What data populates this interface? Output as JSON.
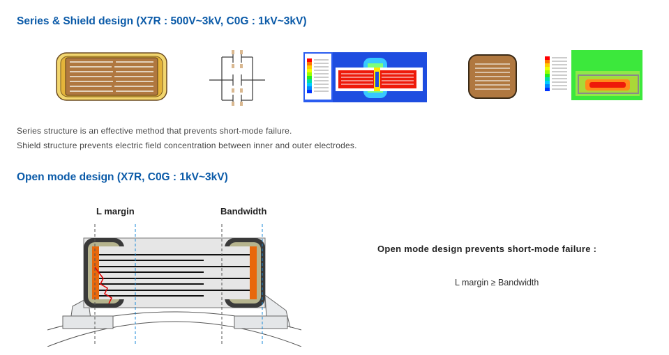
{
  "section_series": {
    "title": "Series & Shield design (X7R : 500V~3kV, C0G : 1kV~3kV)",
    "desc_line1": "Series structure is an effective method that prevents short-mode failure.",
    "desc_line2": "Shield structure prevents electric field concentration between inner and outer electrodes."
  },
  "section_open": {
    "title": "Open mode design (X7R, C0G : 1kV~3kV)",
    "label_l_margin": "L margin",
    "label_bandwidth": "Bandwidth",
    "claim": "Open mode design prevents short-mode failure :",
    "formula": "L margin ≥ Bandwidth"
  },
  "colors": {
    "heading": "#0a5aa8",
    "ceramic": "#b07840",
    "termination": "#e3b23c",
    "sim_background": "#1e4de0",
    "sim_hot": "#ff1a0a"
  },
  "icons": [
    "capacitor-chip-icon",
    "series-circuit-icon",
    "field-simulation-icon",
    "shield-chip-icon",
    "shield-simulation-icon",
    "open-mode-crosssection-icon"
  ]
}
